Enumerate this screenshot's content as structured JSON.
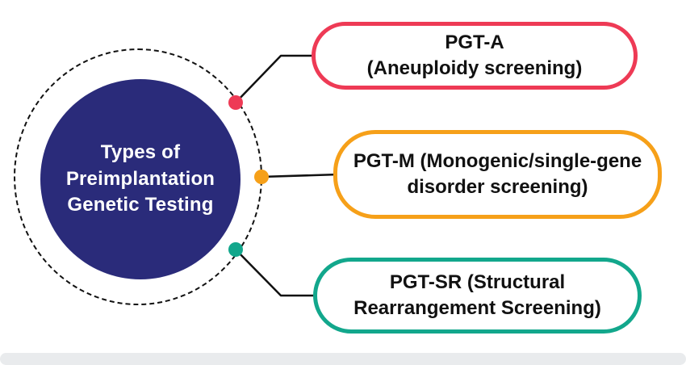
{
  "diagram": {
    "center": {
      "lines": [
        "Types of",
        "Preimplantation",
        "Genetic Testing"
      ],
      "bg_color": "#2a2b7a",
      "text_color": "#ffffff"
    },
    "boxes": [
      {
        "id": "pgt-a",
        "label_lines": [
          "PGT-A",
          "(Aneuploidy screening)"
        ],
        "border_color": "#ee3a55"
      },
      {
        "id": "pgt-m",
        "label_lines": [
          "PGT-M (Monogenic/single-gene",
          "disorder screening)"
        ],
        "border_color": "#f6a019"
      },
      {
        "id": "pgt-sr",
        "label_lines": [
          "PGT-SR (Structural",
          "Rearrangement Screening)"
        ],
        "border_color": "#12a78c"
      }
    ],
    "connector_color": "#111111",
    "ring_color": "#111111"
  },
  "scrollbar": {
    "track_color": "#e9ebed"
  }
}
